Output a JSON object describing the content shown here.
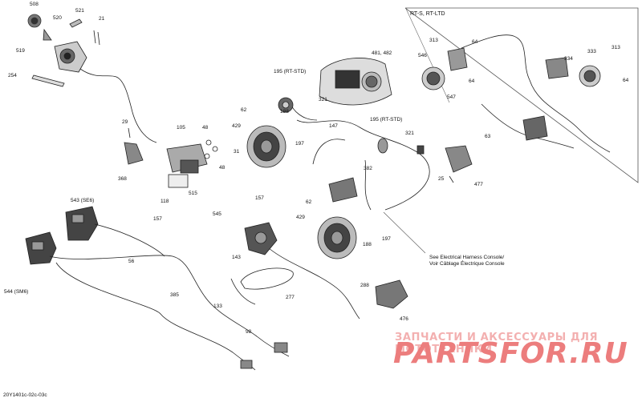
{
  "diagram": {
    "inset_title": "RT-S, RT-LTD",
    "note_lines": [
      "See Electrical Harness Console/",
      "Voir Câblage Électrique Console"
    ],
    "drawing_code": "20Y1401c-02c-03c",
    "watermark_sub": "ЗАПЧАСТИ И АКСЕССУАРЫ ДЛЯ МОТОТЕХНИКИ",
    "watermark_main": "PARTSFOR.RU",
    "callouts": [
      "508",
      "520",
      "521",
      "21",
      "519",
      "254",
      "195 (RT-STD)",
      "481, 482",
      "62",
      "188",
      "321",
      "429",
      "147",
      "195 (RT-STD)",
      "321",
      "197",
      "29",
      "105",
      "48",
      "31",
      "48",
      "368",
      "118",
      "515",
      "382",
      "63",
      "477",
      "25",
      "543 (SE6)",
      "157",
      "157",
      "545",
      "429",
      "62",
      "197",
      "188",
      "56",
      "143",
      "277",
      "544 (SM6)",
      "385",
      "133",
      "288",
      "476",
      "98",
      "313",
      "64",
      "546",
      "64",
      "547",
      "334",
      "333",
      "313",
      "64"
    ]
  }
}
